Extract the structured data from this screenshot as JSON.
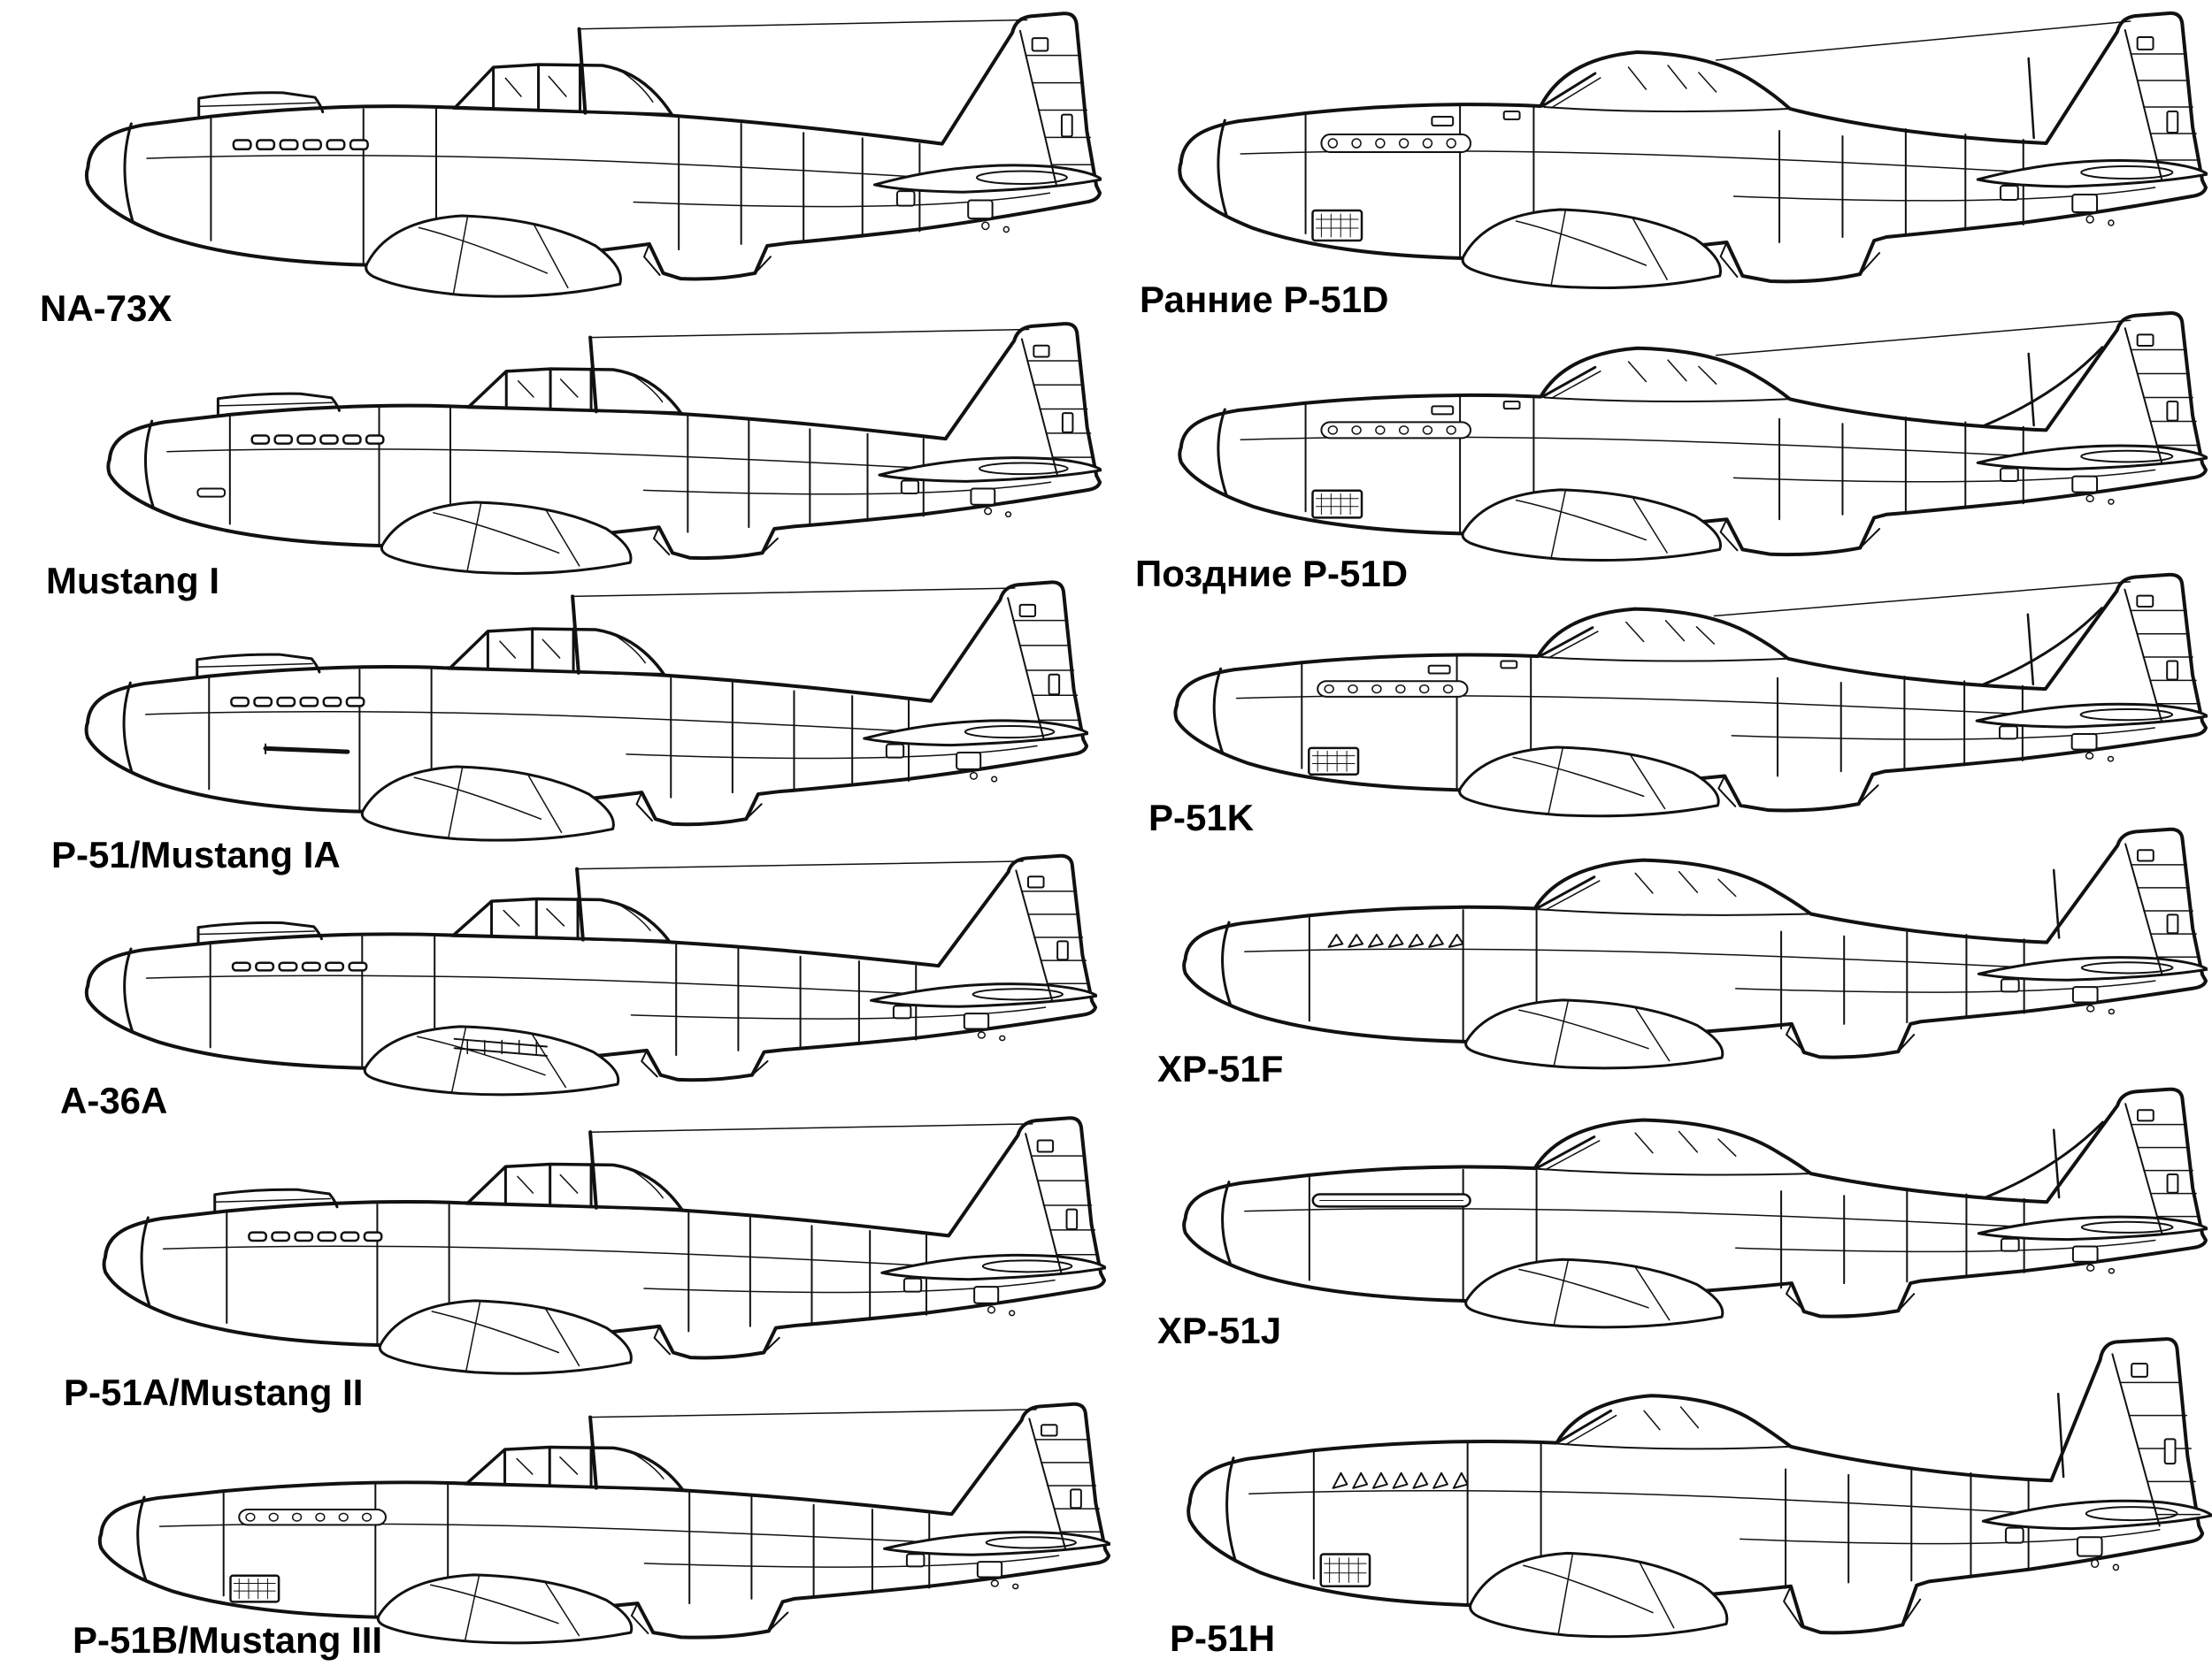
{
  "page": {
    "background": "#ffffff",
    "line_color": "#111111",
    "label_color": "#000000",
    "description": "Side-profile comparison diagram of North American P-51 Mustang variants, two columns of line drawings with bold labels"
  },
  "aircraft": [
    {
      "id": "na73x",
      "label": "NA-73X",
      "column": "left",
      "row": 1,
      "features": {
        "canopy": "framed",
        "fin": "standard",
        "carb_scoop": true,
        "exhaust": "slots",
        "radiator": "shallow",
        "antenna": "mast-wire",
        "extras": []
      }
    },
    {
      "id": "mustang1",
      "label": "Mustang I",
      "column": "left",
      "row": 2,
      "features": {
        "canopy": "framed",
        "fin": "standard",
        "carb_scoop": true,
        "exhaust": "slots",
        "radiator": "shallow",
        "antenna": "mast-wire",
        "extras": [
          "nose-gun"
        ]
      }
    },
    {
      "id": "p51-mustang1a",
      "label": "P-51/Mustang IA",
      "column": "left",
      "row": 3,
      "features": {
        "canopy": "framed",
        "fin": "standard",
        "carb_scoop": true,
        "exhaust": "slots",
        "radiator": "shallow",
        "antenna": "mast-wire",
        "extras": [
          "wing-cannon"
        ]
      }
    },
    {
      "id": "a36a",
      "label": "A-36A",
      "column": "left",
      "row": 4,
      "features": {
        "canopy": "framed",
        "fin": "standard",
        "carb_scoop": true,
        "exhaust": "slots",
        "radiator": "shallow",
        "antenna": "mast-wire",
        "extras": [
          "dive-brakes"
        ]
      }
    },
    {
      "id": "p51a-mustang2",
      "label": "P-51A/Mustang II",
      "column": "left",
      "row": 5,
      "features": {
        "canopy": "framed",
        "fin": "standard",
        "carb_scoop": true,
        "exhaust": "slots",
        "radiator": "shallow",
        "antenna": "mast-wire",
        "extras": []
      }
    },
    {
      "id": "p51b-mustang3",
      "label": "P-51B/Mustang III",
      "column": "left",
      "row": 6,
      "features": {
        "canopy": "framed",
        "fin": "standard",
        "carb_scoop": false,
        "exhaust": "stacks",
        "radiator": "deep",
        "antenna": "mast-wire",
        "extras": [
          "grille"
        ]
      }
    },
    {
      "id": "early-p51d",
      "label": "Ранние P-51D",
      "column": "right",
      "row": 1,
      "features": {
        "canopy": "bubble",
        "fin": "standard",
        "carb_scoop": false,
        "exhaust": "stacks",
        "radiator": "deep",
        "antenna": "wire-whip",
        "extras": [
          "grille",
          "deck-hatches"
        ]
      }
    },
    {
      "id": "late-p51d",
      "label": "Поздние P-51D",
      "column": "right",
      "row": 2,
      "features": {
        "canopy": "bubble",
        "fin": "fillet",
        "carb_scoop": false,
        "exhaust": "stacks",
        "radiator": "deep",
        "antenna": "wire-whip",
        "extras": [
          "grille",
          "deck-hatches"
        ]
      }
    },
    {
      "id": "p51k",
      "label": "P-51K",
      "column": "right",
      "row": 3,
      "features": {
        "canopy": "bubble",
        "fin": "fillet",
        "carb_scoop": false,
        "exhaust": "stacks",
        "radiator": "deep",
        "antenna": "wire-whip",
        "extras": [
          "grille",
          "deck-hatches"
        ]
      }
    },
    {
      "id": "xp51f",
      "label": "XP-51F",
      "column": "right",
      "row": 4,
      "features": {
        "canopy": "bubble-long",
        "fin": "standard",
        "carb_scoop": false,
        "exhaust": "fishtail",
        "radiator": "aft",
        "antenna": "whip",
        "extras": []
      }
    },
    {
      "id": "xp51j",
      "label": "XP-51J",
      "column": "right",
      "row": 5,
      "features": {
        "canopy": "bubble-long",
        "fin": "fillet",
        "carb_scoop": false,
        "exhaust": "bar",
        "radiator": "aft",
        "antenna": "whip",
        "extras": []
      }
    },
    {
      "id": "p51h",
      "label": "P-51H",
      "column": "right",
      "row": 6,
      "features": {
        "canopy": "bubble-shallow",
        "fin": "tall",
        "carb_scoop": false,
        "exhaust": "fishtail",
        "radiator": "deep-aft",
        "antenna": "whip",
        "extras": [
          "grille"
        ]
      }
    }
  ]
}
